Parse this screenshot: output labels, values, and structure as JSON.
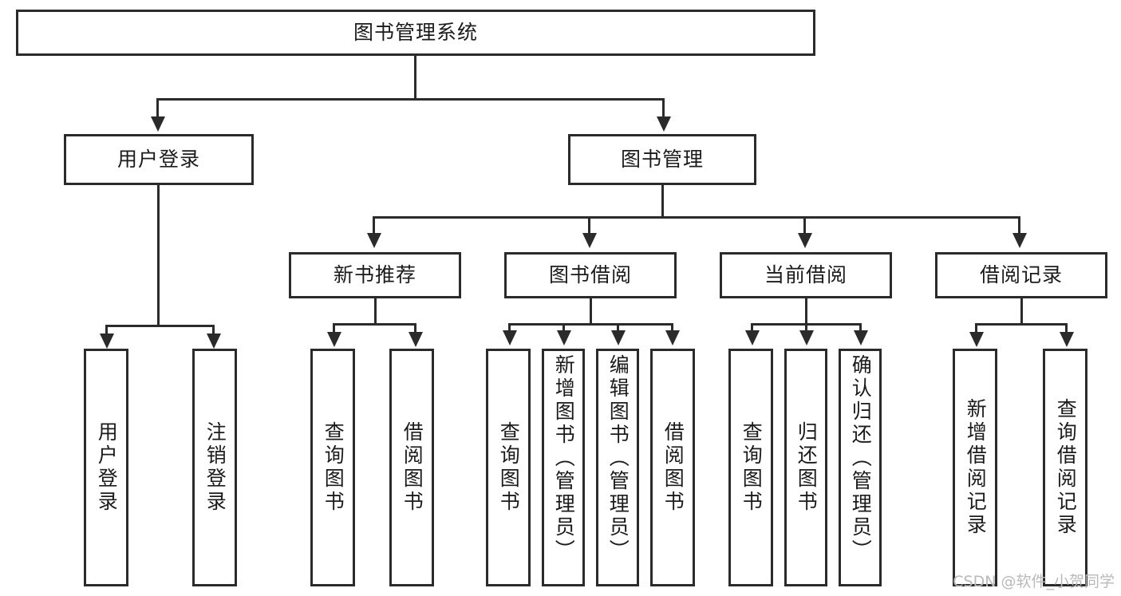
{
  "diagram": {
    "title": "图书管理系统",
    "type": "hierarchy-tree",
    "root": {
      "label": "图书管理系统"
    },
    "level2": [
      {
        "label": "用户登录"
      },
      {
        "label": "图书管理"
      }
    ],
    "level3": [
      {
        "label": "新书推荐"
      },
      {
        "label": "图书借阅"
      },
      {
        "label": "当前借阅"
      },
      {
        "label": "借阅记录"
      }
    ],
    "leaves": {
      "user_login": [
        {
          "label": "用户登录"
        },
        {
          "label": "注销登录"
        }
      ],
      "new_book_recommend": [
        {
          "label": "查询图书"
        },
        {
          "label": "借阅图书"
        }
      ],
      "book_borrow": [
        {
          "label": "查询图书"
        },
        {
          "label": "新增图书（管理员）"
        },
        {
          "label": "编辑图书（管理员）"
        },
        {
          "label": "借阅图书"
        }
      ],
      "current_borrow": [
        {
          "label": "查询图书"
        },
        {
          "label": "归还图书"
        },
        {
          "label": "确认归还（管理员）"
        }
      ],
      "borrow_record": [
        {
          "label": "新增借阅记录"
        },
        {
          "label": "查询借阅记录"
        }
      ]
    }
  },
  "watermark": {
    "text": "CSDN @软件_小贺同学"
  },
  "colors": {
    "stroke": "#2b2b2b",
    "text": "#1b1b1b",
    "background": "#ffffff",
    "watermark": "#b9b9b9"
  }
}
